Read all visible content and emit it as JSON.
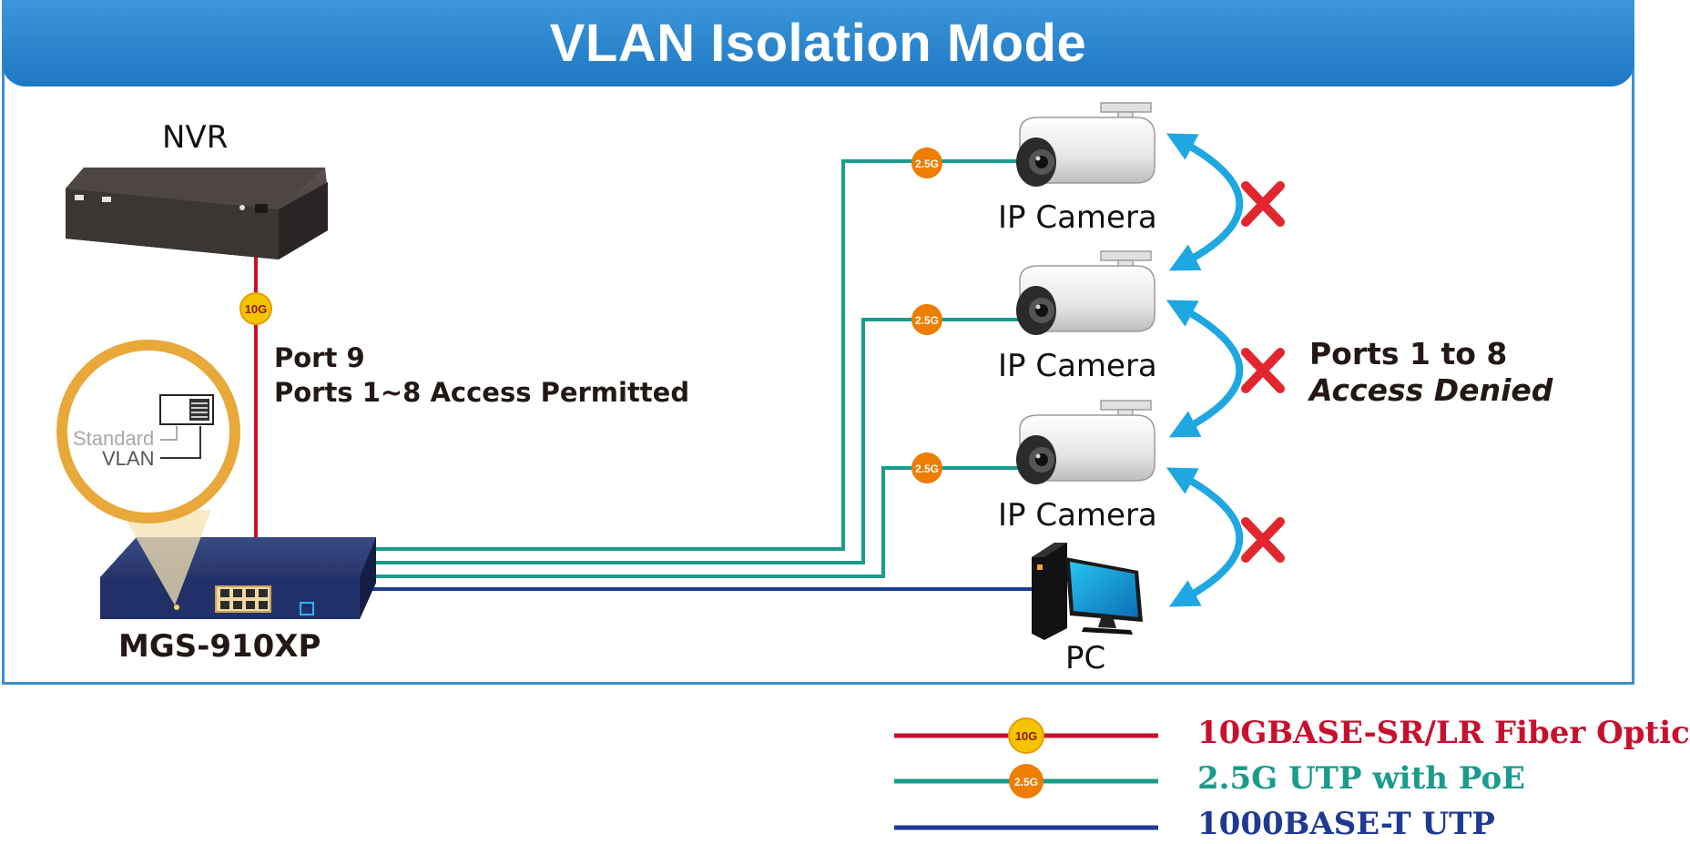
{
  "title": "VLAN Isolation Mode",
  "devices": {
    "nvr_label": "NVR",
    "switch_label": "MGS-910XP",
    "camera_labels": [
      "IP Camera",
      "IP Camera",
      "IP Camera"
    ],
    "pc_label": "PC"
  },
  "port_note": {
    "line1": "Port 9",
    "line2": "Ports 1~8 Access Permitted"
  },
  "switch_callout": {
    "standard": "Standard",
    "vlan": "VLAN"
  },
  "denied_note": {
    "line1": "Ports 1 to 8",
    "line2": "Access Denied"
  },
  "badges": {
    "fiber": "10G",
    "utp": "2.5G"
  },
  "legend": [
    {
      "badge": "10G",
      "text": "10GBASE-SR/LR Fiber Optic",
      "color": "#c8102e"
    },
    {
      "badge": "2.5G",
      "text": "2.5G UTP with PoE",
      "color": "#1a9b8c"
    },
    {
      "badge": "",
      "text": "1000BASE-T UTP",
      "color": "#1f3a93"
    }
  ],
  "colors": {
    "fiber": "#c8102e",
    "utp_poe": "#1a9b8c",
    "utp": "#1f3a93",
    "title_bar": "#2a86cf",
    "arrow": "#1ea7e1",
    "deny_x": "#e3262e",
    "badge_orange": "#ee7d00",
    "badge_yellow": "#f5c400",
    "callout_ring": "#e9a83a"
  }
}
